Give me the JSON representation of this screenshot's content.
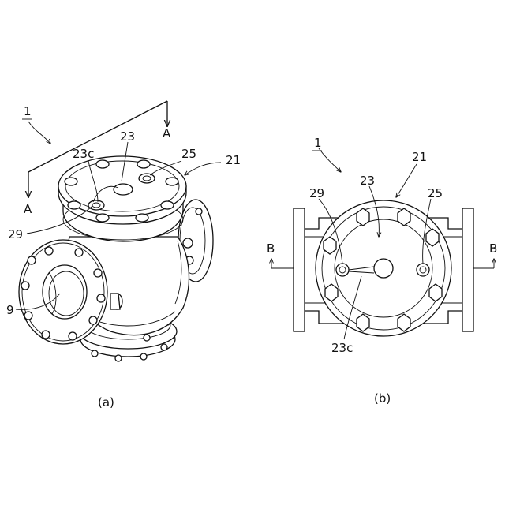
{
  "view_a": {
    "caption": "(a)",
    "labels": {
      "assembly": "1",
      "section_top": "A",
      "section_left": "A",
      "cover": "23",
      "cover_part": "23c",
      "plug_right": "25",
      "body": "21",
      "plug_left": "29",
      "port": "9"
    }
  },
  "view_b": {
    "caption": "(b)",
    "labels": {
      "assembly": "1",
      "body": "21",
      "cover": "23",
      "plug_left": "29",
      "plug_right": "25",
      "section_left": "B",
      "section_right": "B",
      "cover_part": "23c"
    }
  }
}
